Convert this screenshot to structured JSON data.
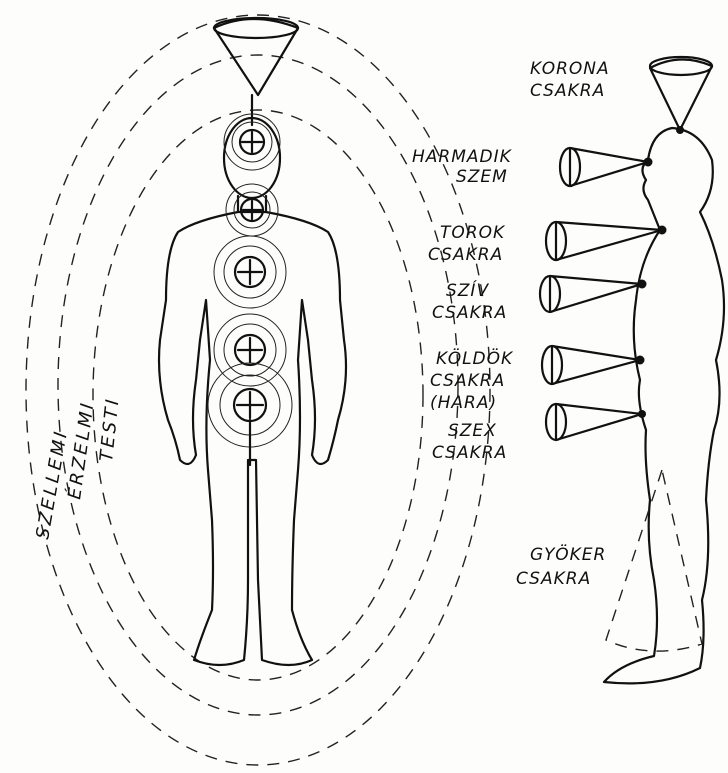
{
  "labels": {
    "korona": [
      "KORONA",
      "CSAKRA"
    ],
    "harmadik": [
      "HARMADIK",
      "SZEM"
    ],
    "torok": [
      "TOROK",
      "CSAKRA"
    ],
    "sziv": [
      "SZÍV",
      "CSAKRA"
    ],
    "koldok": [
      "KÖLDÖK",
      "CSAKRA",
      "(HARA)"
    ],
    "szex": [
      "SZEX",
      "CSAKRA"
    ],
    "gyoker": [
      "GYÖKER",
      "CSAKRA"
    ]
  },
  "aura_labels": {
    "spiritual": "SZELLEMI",
    "emotional": "ÉRZELMI",
    "physical": "TESTI"
  },
  "colors": {
    "ink": "#111111",
    "paper": "#fdfdfc"
  }
}
